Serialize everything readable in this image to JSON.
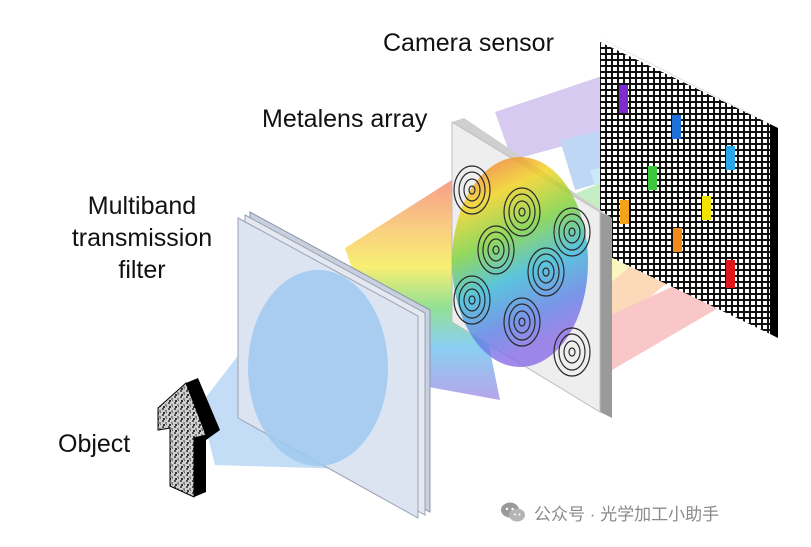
{
  "labels": {
    "camera_sensor": "Camera sensor",
    "metalens_array": "Metalens array",
    "filter_line1": "Multiband",
    "filter_line2": "transmission",
    "filter_line3": "filter",
    "object": "Object"
  },
  "watermark": {
    "text": "公众号 · 光学加工小助手",
    "icon": "wechat-icon"
  },
  "colors": {
    "beam_colors": [
      "#7b2fd1",
      "#1e6fd6",
      "#2aa7e8",
      "#3cc83c",
      "#f2e200",
      "#f5a31a",
      "#f04b2b",
      "#e0161b"
    ],
    "filter_face": "#dce4f2",
    "lens_cone": "#9fc9f0",
    "sensor_frame": "#111111"
  },
  "icons": [
    "wechat-icon"
  ]
}
